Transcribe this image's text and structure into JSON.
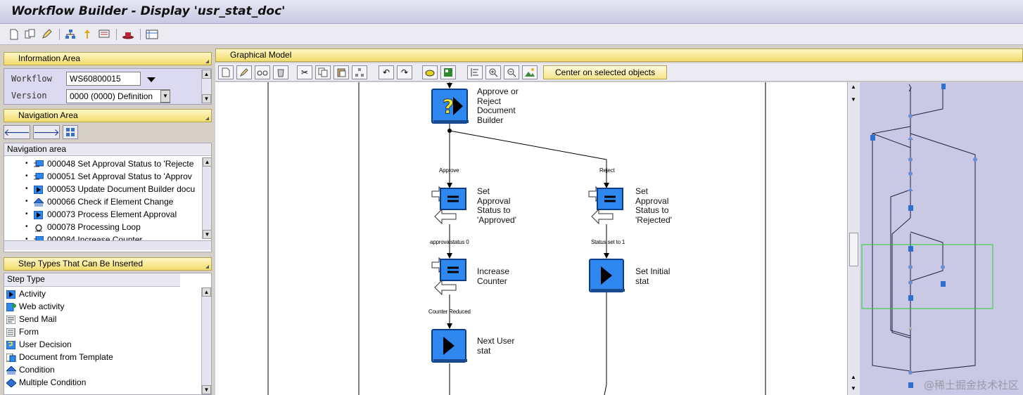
{
  "window": {
    "title": "Workflow Builder - Display 'usr_stat_doc'"
  },
  "panels": {
    "information_area": "Information Area",
    "navigation_area": "Navigation Area",
    "step_types": "Step Types That Can Be Inserted",
    "graphical_model": "Graphical Model"
  },
  "info": {
    "workflow_label": "Workflow",
    "workflow_value": "WS60800015",
    "version_label": "Version",
    "version_value": "0000 (0000) Definition"
  },
  "navigation": {
    "column_header": "Navigation area",
    "items": [
      {
        "label": "000048 Set Approval Status to 'Rejecte",
        "icon": "container-operation-icon"
      },
      {
        "label": "000051 Set Approval Status to 'Approv",
        "icon": "container-operation-icon"
      },
      {
        "label": "000053 Update Document Builder docu",
        "icon": "activity-icon"
      },
      {
        "label": "000066 Check if Element Change",
        "icon": "condition-icon"
      },
      {
        "label": "000073 Process Element Approval",
        "icon": "activity-icon"
      },
      {
        "label": "000078 Processing Loop",
        "icon": "loop-icon"
      },
      {
        "label": "000084 Increase Counter",
        "icon": "container-operation-icon"
      }
    ]
  },
  "step_types": {
    "column_header": "Step Type",
    "items": [
      {
        "label": "Activity",
        "icon": "activity-icon"
      },
      {
        "label": "Web activity",
        "icon": "web-activity-icon"
      },
      {
        "label": "Send Mail",
        "icon": "send-mail-icon"
      },
      {
        "label": "Form",
        "icon": "form-icon"
      },
      {
        "label": "User Decision",
        "icon": "user-decision-icon"
      },
      {
        "label": "Document from Template",
        "icon": "document-template-icon"
      },
      {
        "label": "Condition",
        "icon": "condition-icon"
      },
      {
        "label": "Multiple Condition",
        "icon": "multiple-condition-icon"
      }
    ]
  },
  "graph_toolbar": {
    "center_button": "Center on selected objects"
  },
  "graph": {
    "nodes": {
      "decision": "Approve or\nReject\nDocument\nBuilder",
      "set_approved": "Set\nApproval\nStatus to\n'Approved'",
      "set_rejected": "Set\nApproval\nStatus to\n'Rejected'",
      "increase_counter": "Increase\nCounter",
      "set_initial": "Set Initial\nstat",
      "next_user": "Next User\nstat"
    },
    "edges": {
      "approve": "Approve",
      "reject": "Reject",
      "approval_status_0": "approvalstatus 0",
      "status_set_to_1": "Status set to 1",
      "counter_reduced": "Counter Reduced"
    }
  },
  "watermark": "@稀土掘金技术社区"
}
